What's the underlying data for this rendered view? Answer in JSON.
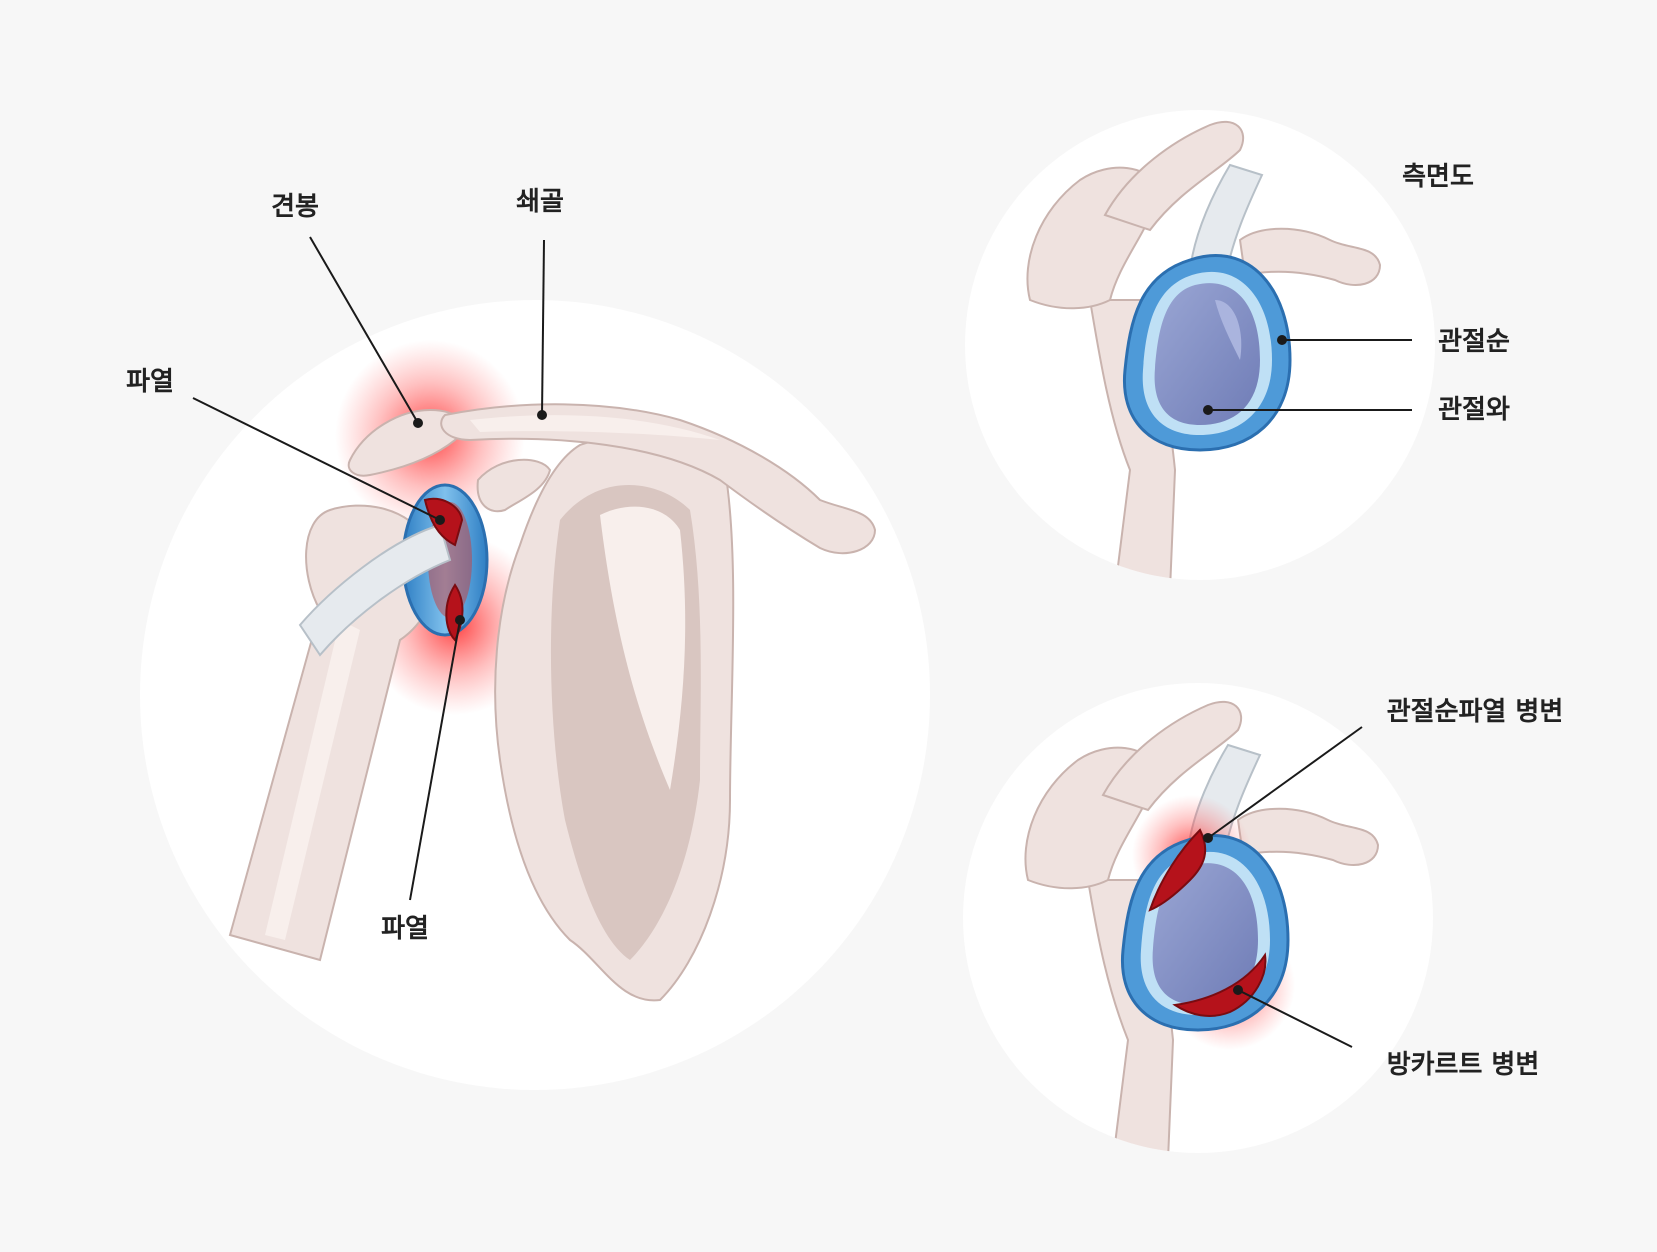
{
  "main_view": {
    "labels": {
      "acromion": "견봉",
      "clavicle": "쇄골",
      "tear_upper": "파열",
      "tear_lower": "파열"
    }
  },
  "lateral_view": {
    "title": "측면도",
    "labels": {
      "labrum": "관절순",
      "glenoid": "관절와"
    }
  },
  "lesion_view": {
    "labels": {
      "slap_lesion": "관절순파열 병변",
      "bankart_lesion": "방카르트 병변"
    }
  },
  "colors": {
    "background": "#f7f7f7",
    "circle": "#ffffff",
    "bone": "#efe2df",
    "labrum_blue": "#3d8fd1",
    "glenoid_purple": "#7e8cc0",
    "tear_red": "#b5121b",
    "inflammation": "#ff2a2a"
  }
}
